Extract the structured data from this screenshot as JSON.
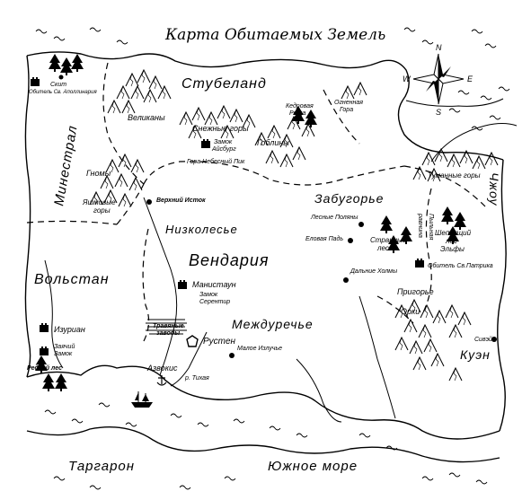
{
  "title": "Карта Обитаемых Земель",
  "compass": {
    "n": "N",
    "e": "E",
    "s": "S",
    "w": "W"
  },
  "regions": {
    "stubeland": "Стубеланд",
    "minestral": "Минестрал",
    "zabugorye": "Забугорье",
    "nizkolesye": "Низколесье",
    "vendaria": "Вендария",
    "volstan": "Вольстан",
    "mezhdurechye": "Междуречье",
    "chzhou": "Чжоу",
    "kuen": "Куэн",
    "targaron": "Таргарон",
    "south_sea": "Южное море"
  },
  "places": {
    "skit": "Скит",
    "obitel_apollinaria": "Обитель Св. Аполлинария",
    "velikany": "Великаны",
    "snezhnye_gory": "Снежные горы",
    "kedrovaya_roscha_1": "Кедровая",
    "kedrovaya_roscha_2": "Роща",
    "ognennaya_gora_1": "Огненная",
    "ognennaya_gora_2": "Гора",
    "zamok_aysbug_1": "Замок",
    "zamok_aysbug_2": "Айсбург",
    "gora_nebesny_pik": "Гора Небесный Пик",
    "gobliny": "Гоблины",
    "gnomy": "Гномы",
    "yashmovye_gory_1": "Яшмовые",
    "yashmovye_gory_2": "горы",
    "verkhny_istok": "Верхний Исток",
    "tumannye_gory": "Туманные горы",
    "lesnye_polyany": "Лесные Поляны",
    "elovaya_pad": "Еловая Падь",
    "strannyi_les_1": "Странный",
    "strannyi_les_2": "лес",
    "pylnaya_ravnina_1": "Пыльная",
    "pylnaya_ravnina_2": "равнина",
    "shepchuschiy_les_1": "Шепчущий",
    "shepchuschiy_les_2": "лес",
    "shepchuschiy_les_3": "Эльфы",
    "dalnie_kholmy": "Дальние Холмы",
    "obitel_patrika": "Обитель Св.Патрика",
    "manistaun": "Манистаун",
    "zamok_serentir_1": "Замок",
    "zamok_serentir_2": "Серентир",
    "prigorye_1": "Пригорье",
    "prigorye_2": "Орки",
    "izurian": "Изуриан",
    "zyachiy_zamok_1": "Заячий",
    "zyachiy_zamok_2": "Замок",
    "redkiy_les": "Редкий лес",
    "travyanye_zavody_1": "Травяные",
    "travyanye_zavody_2": "заводы",
    "rusten": "Рустен",
    "maloe_izluchye": "Малое Излучье",
    "reka_tikhaya": "р. Тихая",
    "azvokis": "Азвокис",
    "sivey": "Сивэй"
  }
}
